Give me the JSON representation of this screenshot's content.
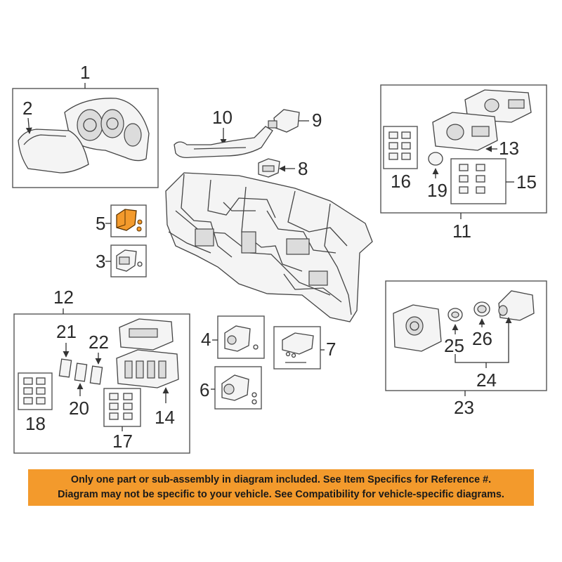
{
  "callouts": {
    "c1": "1",
    "c2": "2",
    "c3": "3",
    "c4": "4",
    "c5": "5",
    "c6": "6",
    "c7": "7",
    "c8": "8",
    "c9": "9",
    "c10": "10",
    "c11": "11",
    "c12": "12",
    "c13": "13",
    "c14": "14",
    "c15": "15",
    "c16": "16",
    "c17": "17",
    "c18": "18",
    "c19": "19",
    "c20": "20",
    "c21": "21",
    "c22": "22",
    "c23": "23",
    "c24": "24",
    "c25": "25",
    "c26": "26"
  },
  "highlight": {
    "part_number": "5",
    "color": "#f39a2c"
  },
  "notice": {
    "line1": "Only one part or sub-assembly in diagram included. See Item Specifics for Reference #.",
    "line2": "Diagram may not be specific to your vehicle. See Compatibility for vehicle-specific diagrams.",
    "background": "#f39a2c"
  }
}
